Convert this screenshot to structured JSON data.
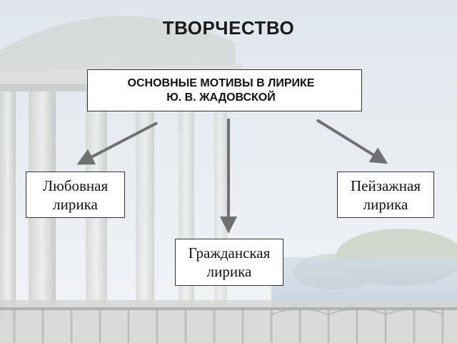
{
  "title": "ТВОРЧЕСТВО",
  "main_box": {
    "line1": "ОСНОВНЫЕ МОТИВЫ В ЛИРИКЕ",
    "line2": "Ю. В. ЖАДОВСКОЙ"
  },
  "branches": {
    "love": {
      "line1": "Любовная",
      "line2": "лирика"
    },
    "landscape": {
      "line1": "Пейзажная",
      "line2": "лирика"
    },
    "civic": {
      "line1": "Гражданская",
      "line2": "лирика"
    }
  },
  "colors": {
    "arrow": "#707070",
    "box_border": "#333333",
    "text": "#111111"
  }
}
